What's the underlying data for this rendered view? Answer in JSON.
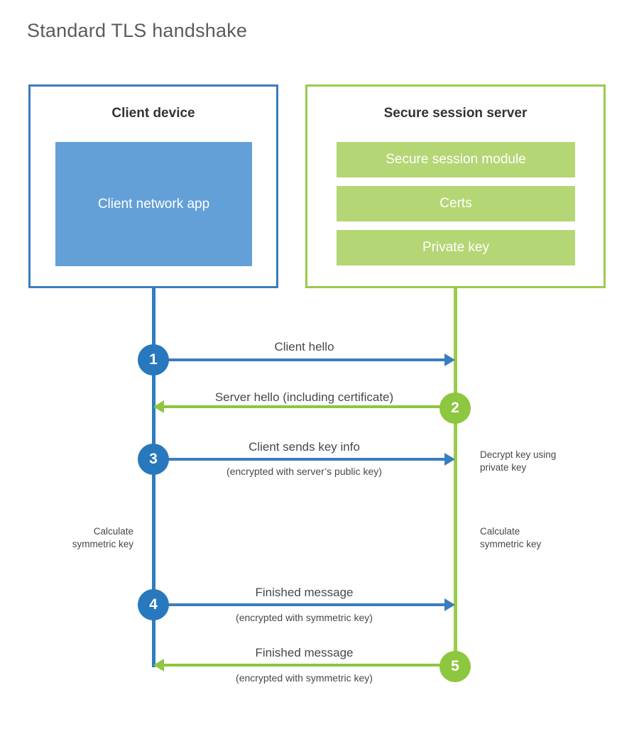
{
  "title": "Standard TLS handshake",
  "colors": {
    "client_border": "#3b7cbf",
    "client_fill": "#63a0d8",
    "client_circle": "#2878bd",
    "server_border": "#9bcb4a",
    "server_fill": "#b5d675",
    "server_circle": "#8dc63f",
    "text": "#44494d",
    "title_text": "#5b5b5b"
  },
  "client": {
    "title": "Client device",
    "app_label": "Client network app"
  },
  "server": {
    "title": "Secure session server",
    "blocks": [
      {
        "label": "Secure session module"
      },
      {
        "label": "Certs"
      },
      {
        "label": "Private key"
      }
    ]
  },
  "steps": [
    {
      "number": "1",
      "label": "Client hello",
      "sub": "",
      "direction": "client-to-server",
      "side": "client"
    },
    {
      "number": "2",
      "label": "Server hello (including certificate)",
      "sub": "",
      "direction": "server-to-client",
      "side": "server"
    },
    {
      "number": "3",
      "label": "Client sends key info",
      "sub": "(encrypted with server’s public key)",
      "direction": "client-to-server",
      "side": "client"
    },
    {
      "number": "4",
      "label": "Finished message",
      "sub": "(encrypted with symmetric key)",
      "direction": "client-to-server",
      "side": "client"
    },
    {
      "number": "5",
      "label": "Finished message",
      "sub": "(encrypted with symmetric key)",
      "direction": "server-to-client",
      "side": "server"
    }
  ],
  "annotations": {
    "decrypt_key": "Decrypt key using\nprivate key",
    "calculate_symmetric_key_client": "Calculate\nsymmetric key",
    "calculate_symmetric_key_server": "Calculate\nsymmetric key"
  }
}
